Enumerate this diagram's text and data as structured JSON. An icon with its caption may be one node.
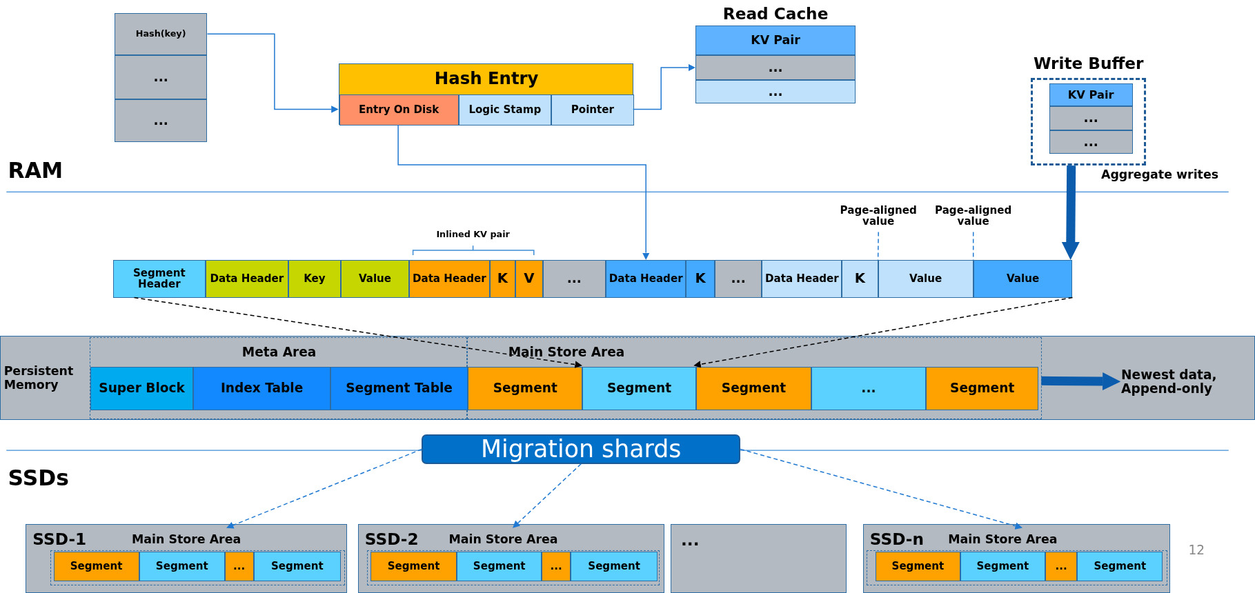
{
  "diagram": {
    "nodes": [
      {
        "text": [
          "Hash(key)"
        ]
      },
      {
        "text": [
          "..."
        ]
      },
      {
        "text": [
          "..."
        ]
      },
      {
        "text": [
          "Hash Entry"
        ]
      },
      {
        "text": [
          "Entry On Disk"
        ],
        "in": 3
      },
      {
        "text": [
          "Logic Stamp"
        ],
        "in": 3
      },
      {
        "text": [
          "Pointer"
        ],
        "in": 3
      },
      {
        "text": [
          "Read Cache"
        ]
      },
      {
        "text": [
          "KV Pair"
        ],
        "in": 7
      },
      {
        "text": [
          "..."
        ],
        "in": 7
      },
      {
        "text": [
          "..."
        ],
        "in": 7
      },
      {
        "text": [
          "Write Buffer"
        ]
      },
      {
        "text": [
          "KV Pair"
        ],
        "in": 11
      },
      {
        "text": [
          "..."
        ],
        "in": 11
      },
      {
        "text": [
          "..."
        ],
        "in": 11
      },
      {
        "text": [
          "Segment Header"
        ]
      },
      {
        "text": [
          "Data Header"
        ]
      },
      {
        "text": [
          "Key"
        ]
      },
      {
        "text": [
          "Value"
        ]
      },
      {
        "text": [
          "Data Header"
        ]
      },
      {
        "text": [
          "K"
        ]
      },
      {
        "text": [
          "V"
        ]
      },
      {
        "text": [
          "..."
        ]
      },
      {
        "text": [
          "Data Header"
        ]
      },
      {
        "text": [
          "K"
        ]
      },
      {
        "text": [
          "..."
        ]
      },
      {
        "text": [
          "Data Header"
        ]
      },
      {
        "text": [
          "K"
        ]
      },
      {
        "text": [
          "Value"
        ]
      },
      {
        "text": [
          "Value"
        ]
      },
      {
        "text": [
          "Page-aligned value"
        ]
      },
      {
        "text": [
          "Page-aligned value"
        ]
      },
      {
        "text": [
          "Persistent Memory"
        ]
      },
      {
        "text": [
          "Meta Area"
        ],
        "in": 32
      },
      {
        "text": [
          "Super Block"
        ],
        "in": 33
      },
      {
        "text": [
          "Index Table"
        ],
        "in": 33
      },
      {
        "text": [
          "Segment Table"
        ],
        "in": 33
      },
      {
        "text": [
          "Main Store Area"
        ],
        "in": 32
      },
      {
        "text": [
          "Segment"
        ],
        "in": 37
      },
      {
        "text": [
          "Segment"
        ],
        "in": 37
      },
      {
        "text": [
          "Segment"
        ],
        "in": 37
      },
      {
        "text": [
          "..."
        ],
        "in": 37
      },
      {
        "text": [
          "Segment"
        ],
        "in": 37
      },
      {
        "text": [
          "Newest data, Append-only"
        ],
        "in": 32
      },
      {
        "text": [
          "Migration shards"
        ]
      },
      {
        "text": [
          "SSD-1"
        ]
      },
      {
        "text": [
          "Main Store Area"
        ],
        "in": 45
      },
      {
        "text": [
          "Segment"
        ],
        "in": 46
      },
      {
        "text": [
          "Segment"
        ],
        "in": 46
      },
      {
        "text": [
          "..."
        ],
        "in": 46
      },
      {
        "text": [
          "Segment"
        ],
        "in": 46
      },
      {
        "text": [
          "SSD-2"
        ]
      },
      {
        "text": [
          "Main Store Area"
        ],
        "in": 51
      },
      {
        "text": [
          "Segment"
        ],
        "in": 52
      },
      {
        "text": [
          "Segment"
        ],
        "in": 52
      },
      {
        "text": [
          "..."
        ],
        "in": 52
      },
      {
        "text": [
          "Segment"
        ],
        "in": 52
      },
      {
        "text": [
          "..."
        ]
      },
      {
        "text": [
          "SSD-n"
        ]
      },
      {
        "text": [
          "Main Store Area"
        ],
        "in": 58
      },
      {
        "text": [
          "Segment"
        ],
        "in": 59
      },
      {
        "text": [
          "Segment"
        ],
        "in": 59
      },
      {
        "text": [
          "..."
        ],
        "in": 59
      },
      {
        "text": [
          "Segment"
        ],
        "in": 59
      }
    ],
    "edges": [
      {
        "from": 0,
        "to": 4,
        "arrow": "to"
      },
      {
        "from": 6,
        "to": 9,
        "arrow": "to"
      },
      {
        "from": 4,
        "to": 23,
        "arrow": "to"
      },
      {
        "from": 11,
        "to": 29,
        "arrow": "to",
        "label": "Aggregate writes",
        "style": "thick",
        "color": "#0b5cad"
      },
      {
        "from": 15,
        "to": 39,
        "arrow": "to",
        "style": "dashed",
        "color": "#000000"
      },
      {
        "from": 29,
        "to": 39,
        "arrow": "to",
        "style": "dashed",
        "color": "#000000"
      },
      {
        "from": 30,
        "to": 28,
        "arrow": "none",
        "style": "dashed"
      },
      {
        "from": 31,
        "to": 29,
        "arrow": "none",
        "style": "dashed"
      },
      {
        "from": 37,
        "to": 43,
        "arrow": "to",
        "style": "thick",
        "color": "#0b5cad"
      },
      {
        "from": 44,
        "to": 46,
        "arrow": "to",
        "style": "dashed"
      },
      {
        "from": 44,
        "to": 52,
        "arrow": "to",
        "style": "dashed"
      },
      {
        "from": 44,
        "to": 59,
        "arrow": "to",
        "style": "dashed"
      }
    ],
    "labels": [
      "RAM",
      "Inlined KV pair",
      "SSDs",
      "12"
    ]
  }
}
